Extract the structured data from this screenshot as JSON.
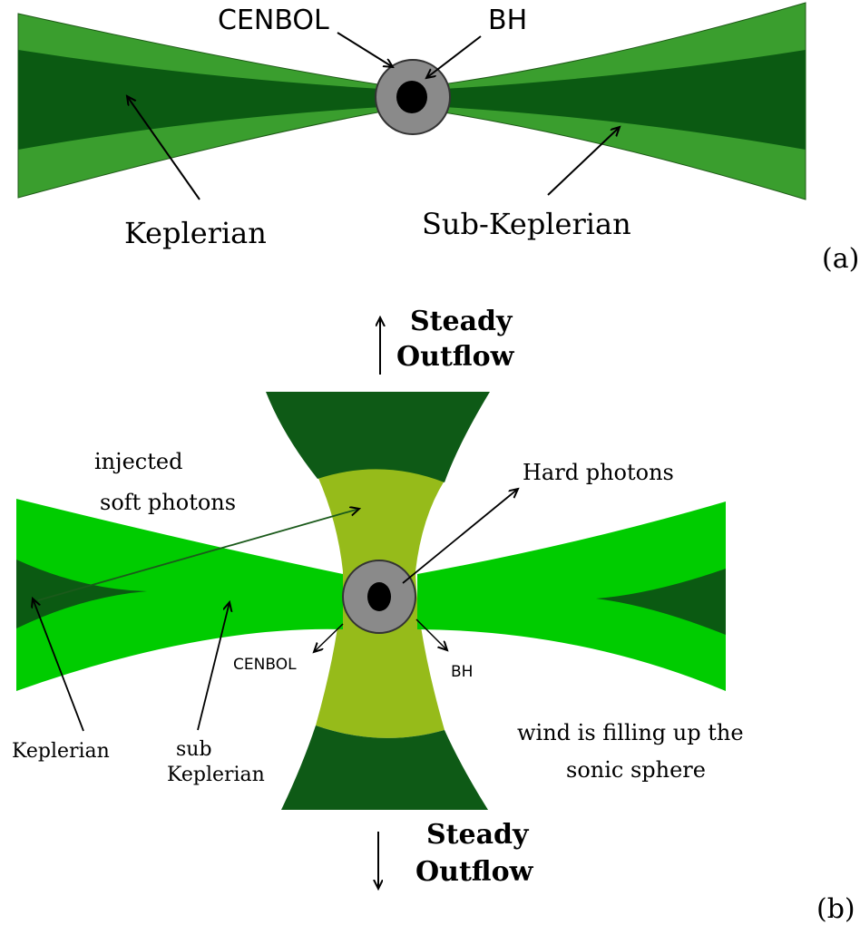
{
  "panel_a": {
    "label": "(a)",
    "labels": {
      "cenbol": "CENBOL",
      "bh": "BH",
      "keplerian": "Keplerian",
      "sub_keplerian": "Sub-Keplerian"
    }
  },
  "panel_b": {
    "label": "(b)",
    "labels": {
      "steady_outflow_top_line1": "Steady",
      "steady_outflow_top_line2": "Outflow",
      "steady_outflow_bottom_line1": "Steady",
      "steady_outflow_bottom_line2": "Outflow",
      "injected_line1": "injected",
      "injected_line2": "soft photons",
      "hard_photons": "Hard photons",
      "cenbol": "CENBOL",
      "bh": "BH",
      "keplerian": "Keplerian",
      "sub_line1": "sub",
      "sub_line2": "Keplerian",
      "wind_line1": "wind is filling up the",
      "wind_line2": "sonic sphere"
    }
  },
  "colors": {
    "keplerian_dark_green": "#0b5a12",
    "sub_keplerian_green": "#3a9e2e",
    "sub_keplerian_bright_green": "#00cc00",
    "outflow_dark_green": "#0e5a16",
    "cenbol_region_olive": "#96bb1a",
    "cenbol_gray": "#8a8a8a",
    "black_hole": "#000000"
  }
}
